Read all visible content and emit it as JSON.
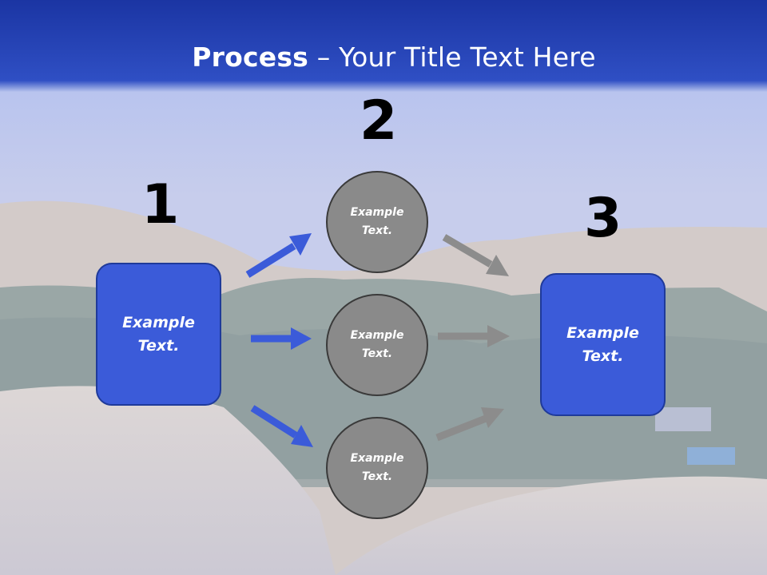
{
  "slide": {
    "title_bold": "Process",
    "title_rest": " – Your Title Text Here",
    "steps": {
      "one": "1",
      "two": "2",
      "three": "3"
    },
    "left_box": {
      "line1": "Example",
      "line2": "Text."
    },
    "right_box": {
      "line1": "Example",
      "line2": "Text."
    },
    "circles": [
      {
        "line1": "Example",
        "line2": "Text."
      },
      {
        "line1": "Example",
        "line2": "Text."
      },
      {
        "line1": "Example",
        "line2": "Text."
      }
    ]
  },
  "colors": {
    "header_blue": "#1a3aa8",
    "box_blue": "#3b5bd9",
    "circle_gray": "#8a8a8a",
    "arrow_blue": "#3b5bd9",
    "arrow_gray": "#8c8c8c"
  }
}
